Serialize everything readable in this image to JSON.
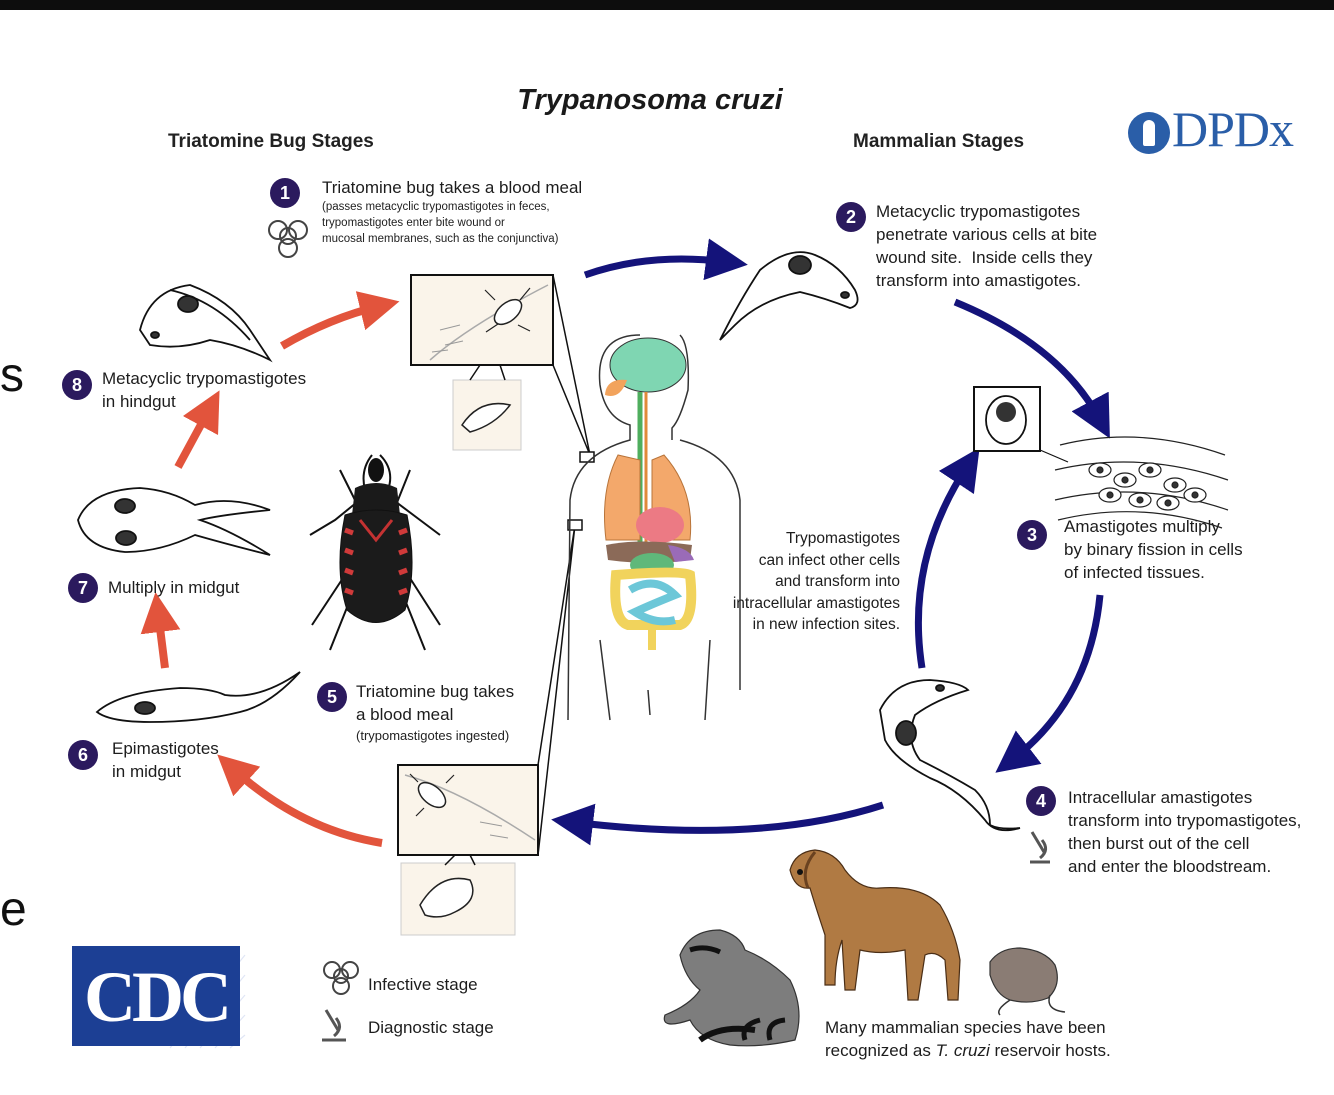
{
  "title": "Trypanosoma cruzi",
  "headers": {
    "left": "Triatomine Bug Stages",
    "right": "Mammalian Stages"
  },
  "logo_dpdx": "DPDx",
  "logo_cdc": "CDC",
  "edge_letters": [
    "s",
    "e"
  ],
  "steps": [
    {
      "num": "1",
      "main": "Triatomine bug takes a blood meal",
      "sub": [
        "(passes metacyclic trypomastigotes in feces,",
        "trypomastigotes enter bite wound or",
        "mucosal membranes, such as the conjunctiva)"
      ]
    },
    {
      "num": "2",
      "lines": [
        "Metacyclic trypomastigotes",
        "penetrate various cells at bite",
        "wound site.  Inside cells they",
        "transform into amastigotes."
      ]
    },
    {
      "num": "3",
      "lines": [
        "Amastigotes multiply",
        "by binary fission in cells",
        "of infected tissues."
      ]
    },
    {
      "num": "4",
      "lines": [
        "Intracellular amastigotes",
        "transform into trypomastigotes,",
        "then burst out of the cell",
        "and enter the bloodstream."
      ]
    },
    {
      "num": "5",
      "lines": [
        "Triatomine bug takes",
        "a blood meal"
      ],
      "sub": "(trypomastigotes ingested)"
    },
    {
      "num": "6",
      "lines": [
        "Epimastigotes",
        "in midgut"
      ]
    },
    {
      "num": "7",
      "lines": [
        "Multiply in midgut"
      ]
    },
    {
      "num": "8",
      "lines": [
        "Metacyclic trypomastigotes",
        "in hindgut"
      ]
    }
  ],
  "center_note": [
    "Trypomastigotes",
    "can infect other cells",
    "and transform into",
    "intracellular amastigotes",
    "in new infection sites."
  ],
  "legend": {
    "infective": "Infective stage",
    "diagnostic": "Diagnostic stage"
  },
  "reservoir": {
    "line1": "Many mammalian species have been",
    "line2_prefix": "recognized as ",
    "line2_italic": "T. cruzi",
    "line2_suffix": " reservoir hosts."
  },
  "colors": {
    "mammal_arrow": "#14137a",
    "bug_arrow": "#e2543c",
    "badge": "#2b1a5e",
    "dpdx": "#2a5ea8",
    "cdc": "#1c3f94"
  }
}
